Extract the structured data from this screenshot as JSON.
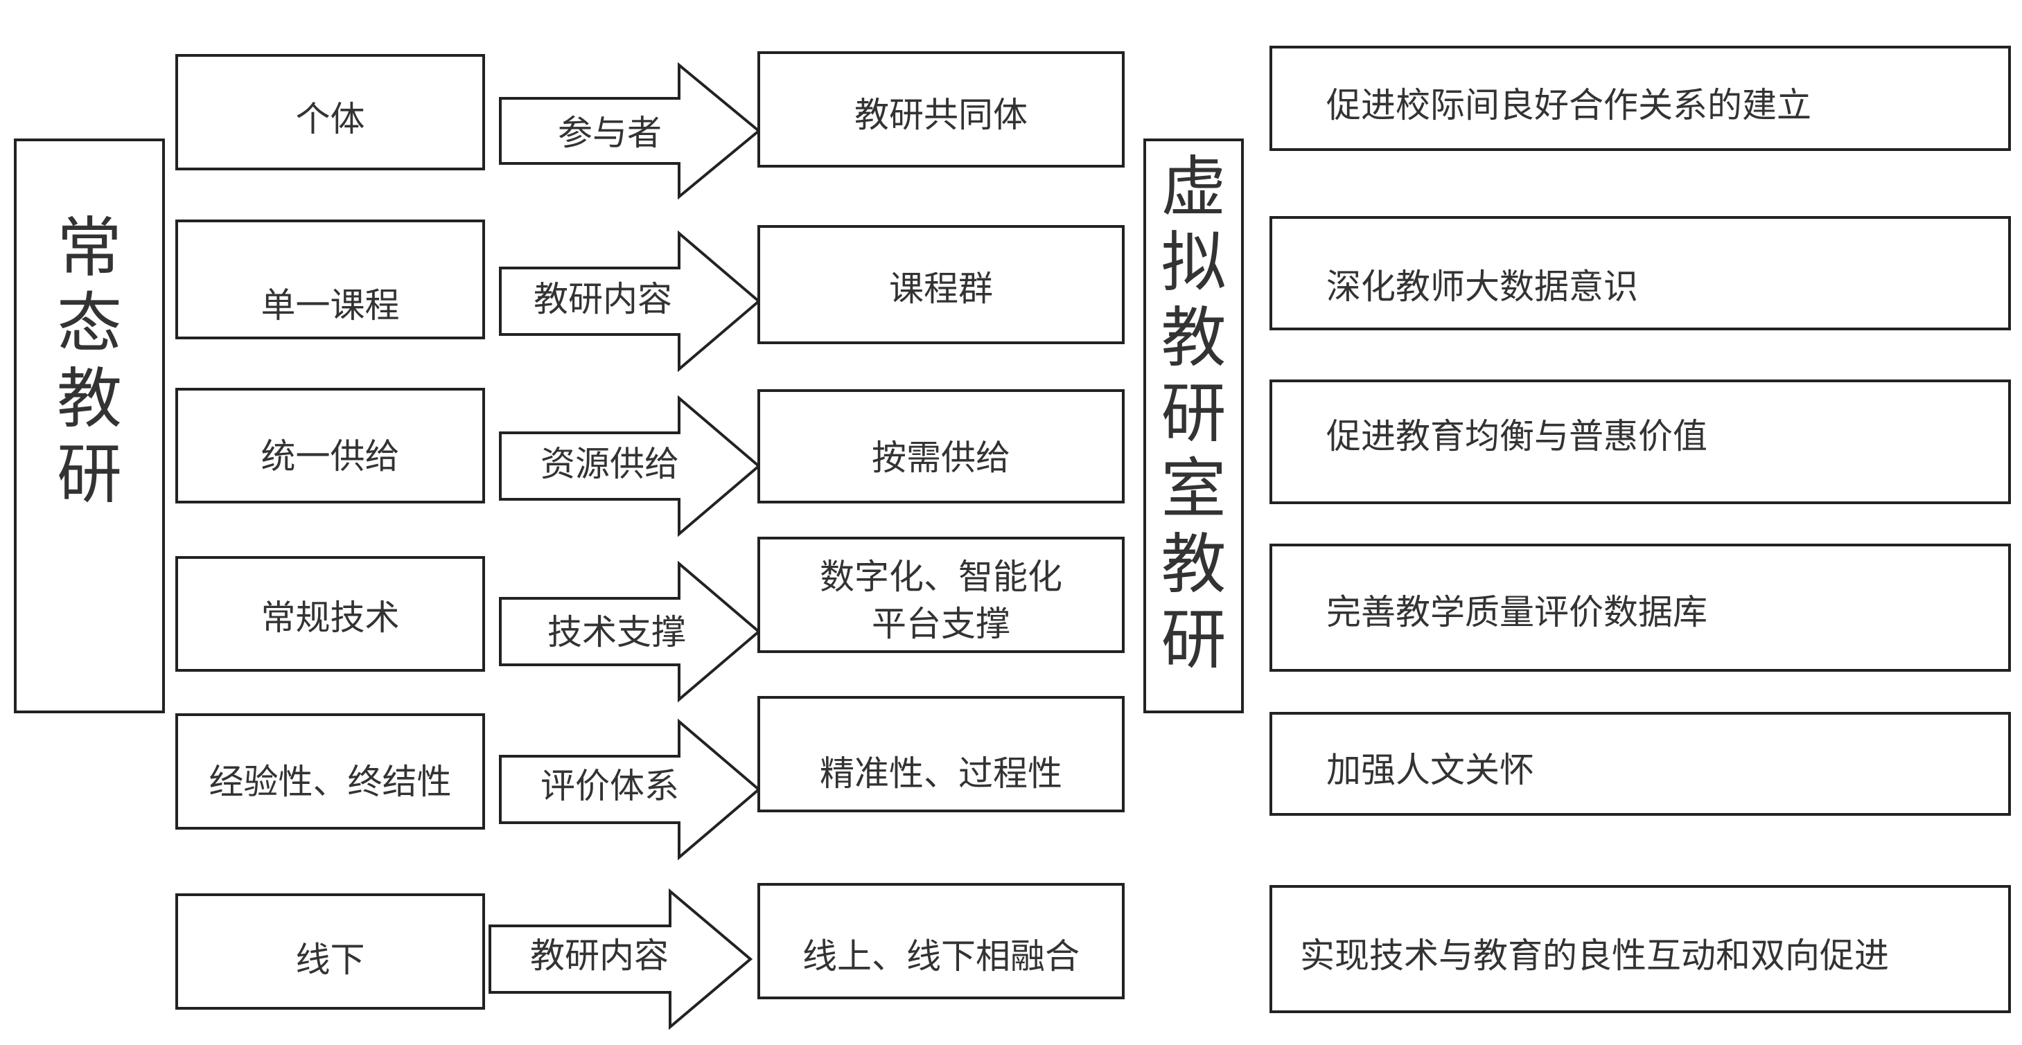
{
  "left_title": [
    "常",
    "态",
    "教",
    "研"
  ],
  "middle_title": [
    "虚",
    "拟",
    "教",
    "研",
    "室",
    "教",
    "研"
  ],
  "rows": [
    {
      "from": "个体",
      "label": "参与者",
      "to": [
        "教研共同体"
      ],
      "outcome": "促进校际间良好合作关系的建立"
    },
    {
      "from": "单一课程",
      "label": "教研内容",
      "to": [
        "课程群"
      ],
      "outcome": "深化教师大数据意识"
    },
    {
      "from": "统一供给",
      "label": "资源供给",
      "to": [
        "按需供给"
      ],
      "outcome": "促进教育均衡与普惠价值"
    },
    {
      "from": "常规技术",
      "label": "技术支撑",
      "to": [
        "数字化、智能化",
        "平台支撑"
      ],
      "outcome": "完善教学质量评价数据库"
    },
    {
      "from": "经验性、终结性",
      "label": "评价体系",
      "to": [
        "精准性、过程性"
      ],
      "outcome": "加强人文关怀"
    },
    {
      "from": "线下",
      "label": "教研内容",
      "to": [
        "线上、线下相融合"
      ],
      "outcome": "实现技术与教育的良性互动和双向促进"
    }
  ]
}
